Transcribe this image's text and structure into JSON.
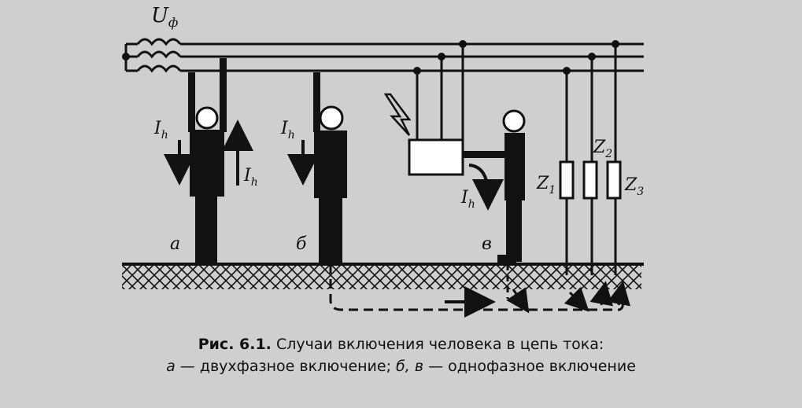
{
  "labels": {
    "voltage": "U",
    "voltage_sub": "ф",
    "current": "I",
    "current_sub": "h",
    "case_a": "а",
    "case_b": "б",
    "case_v": "в",
    "z": "Z",
    "z1_sub": "1",
    "z2_sub": "2",
    "z3_sub": "3"
  },
  "caption": {
    "number": "Рис. 6.1.",
    "title": "Случаи включения человека в цепь тока:",
    "item_a": "а",
    "item_a_text": "— двухфазное включение;",
    "item_bv": "б, в",
    "item_bv_text": "— однофазное включение"
  }
}
